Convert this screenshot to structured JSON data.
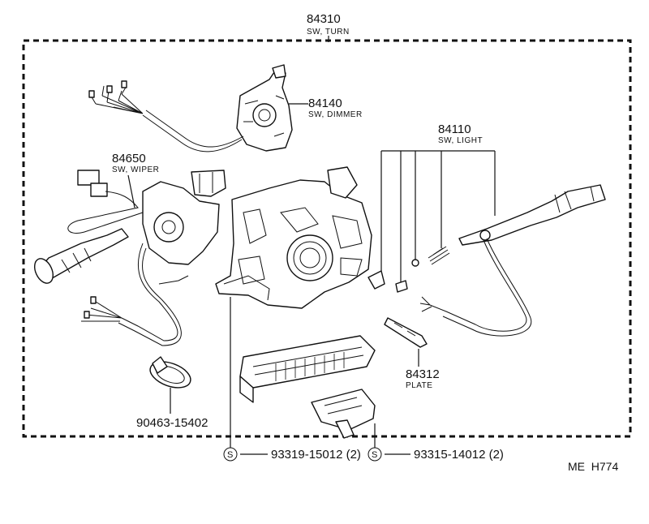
{
  "assembly": {
    "part_no": "84310",
    "name": "SW, TURN"
  },
  "parts": {
    "dimmer": {
      "part_no": "84140",
      "name": "SW, DIMMER"
    },
    "light": {
      "part_no": "84110",
      "name": "SW, LIGHT"
    },
    "wiper": {
      "part_no": "84650",
      "name": "SW, WIPER"
    },
    "plate": {
      "part_no": "84312",
      "name": "PLATE"
    },
    "clamp": {
      "part_no": "90463-15402"
    },
    "screw_a": {
      "symbol": "S",
      "part_no": "93319-15012 (2)"
    },
    "screw_b": {
      "symbol": "S",
      "part_no": "93315-14012 (2)"
    }
  },
  "footer": {
    "code": "ME  H774"
  }
}
